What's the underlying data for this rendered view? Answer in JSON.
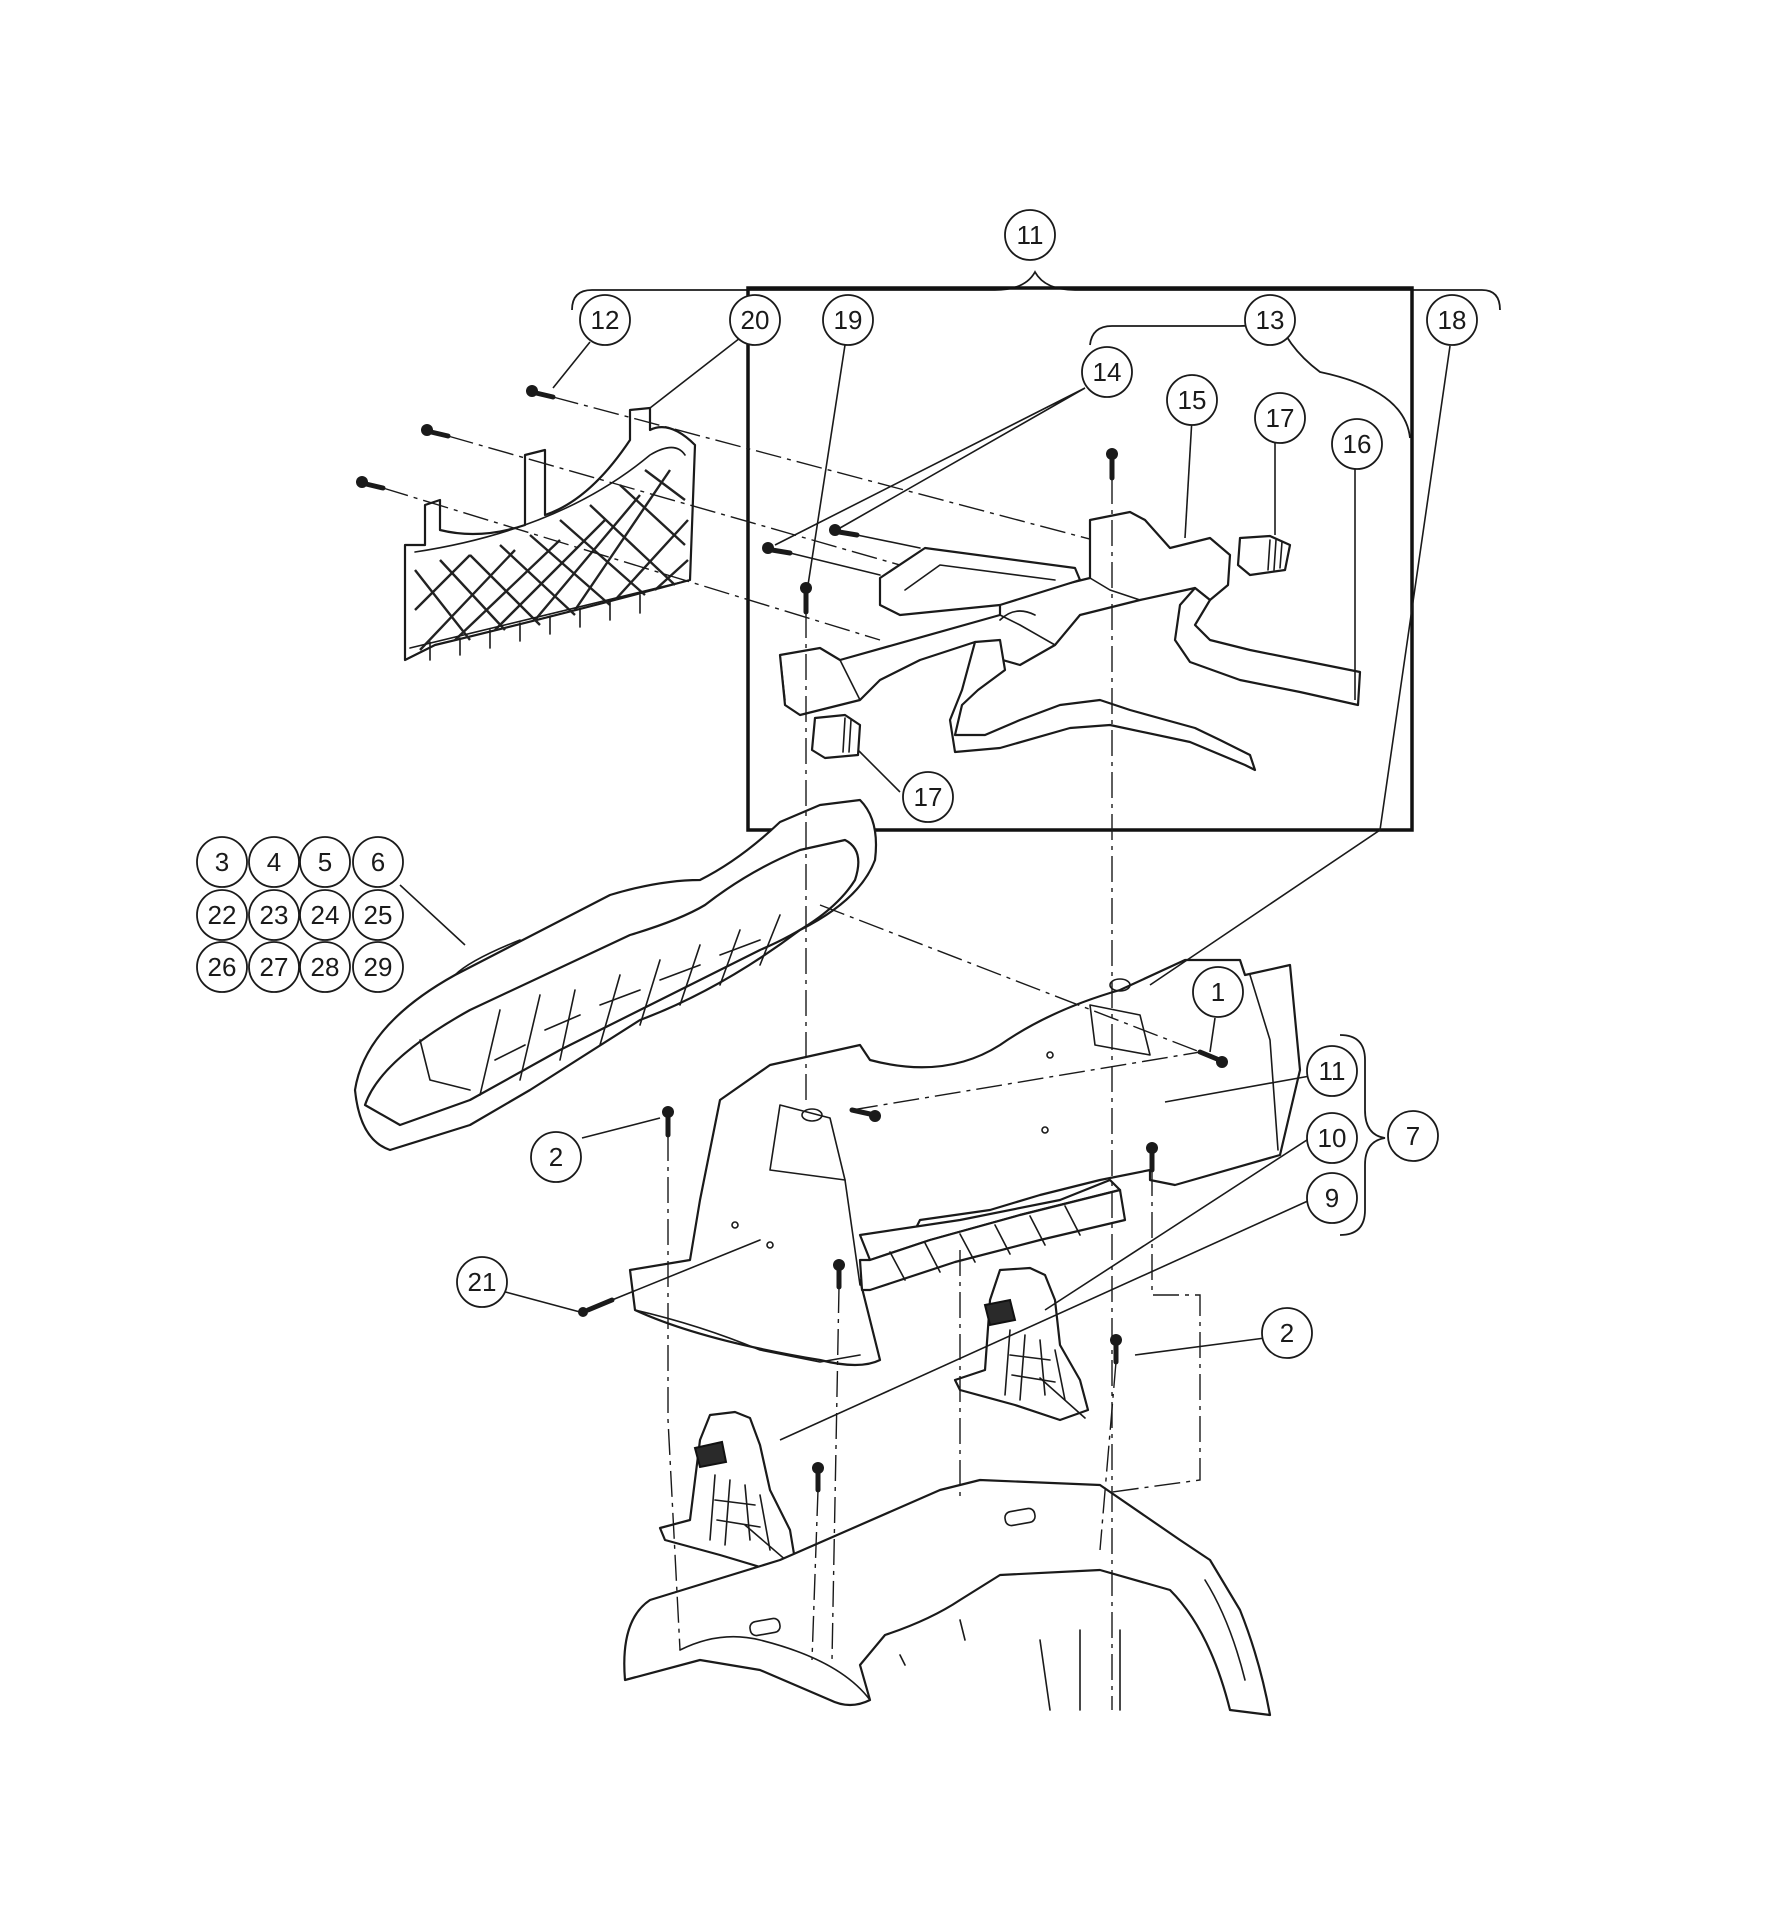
{
  "callouts": {
    "c1": "1",
    "c2a": "2",
    "c2b": "2",
    "c3": "3",
    "c4": "4",
    "c5": "5",
    "c6": "6",
    "c7": "7",
    "c9": "9",
    "c10": "10",
    "c11a": "11",
    "c11b": "11",
    "c12": "12",
    "c13": "13",
    "c14": "14",
    "c15": "15",
    "c16": "16",
    "c17a": "17",
    "c17b": "17",
    "c18": "18",
    "c19": "19",
    "c20": "20",
    "c21": "21",
    "c22": "22",
    "c23": "23",
    "c24": "24",
    "c25": "25",
    "c26": "26",
    "c27": "27",
    "c28": "28",
    "c29": "29"
  },
  "colors": {
    "line": "#1a1a1a",
    "background": "#ffffff"
  }
}
